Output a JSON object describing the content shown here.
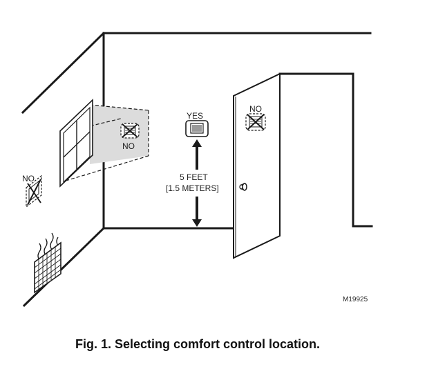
{
  "labels": {
    "yes": "YES",
    "no_window": "NO",
    "no_door": "NO",
    "no_outside_wall": "NO",
    "height_value": "5 FEET",
    "height_metric": "[1.5 METERS]",
    "figure_code": "M19925"
  },
  "caption": "Fig. 1. Selecting comfort control location.",
  "colors": {
    "line": "#1a1a1a",
    "shade": "#dcdcdc"
  }
}
